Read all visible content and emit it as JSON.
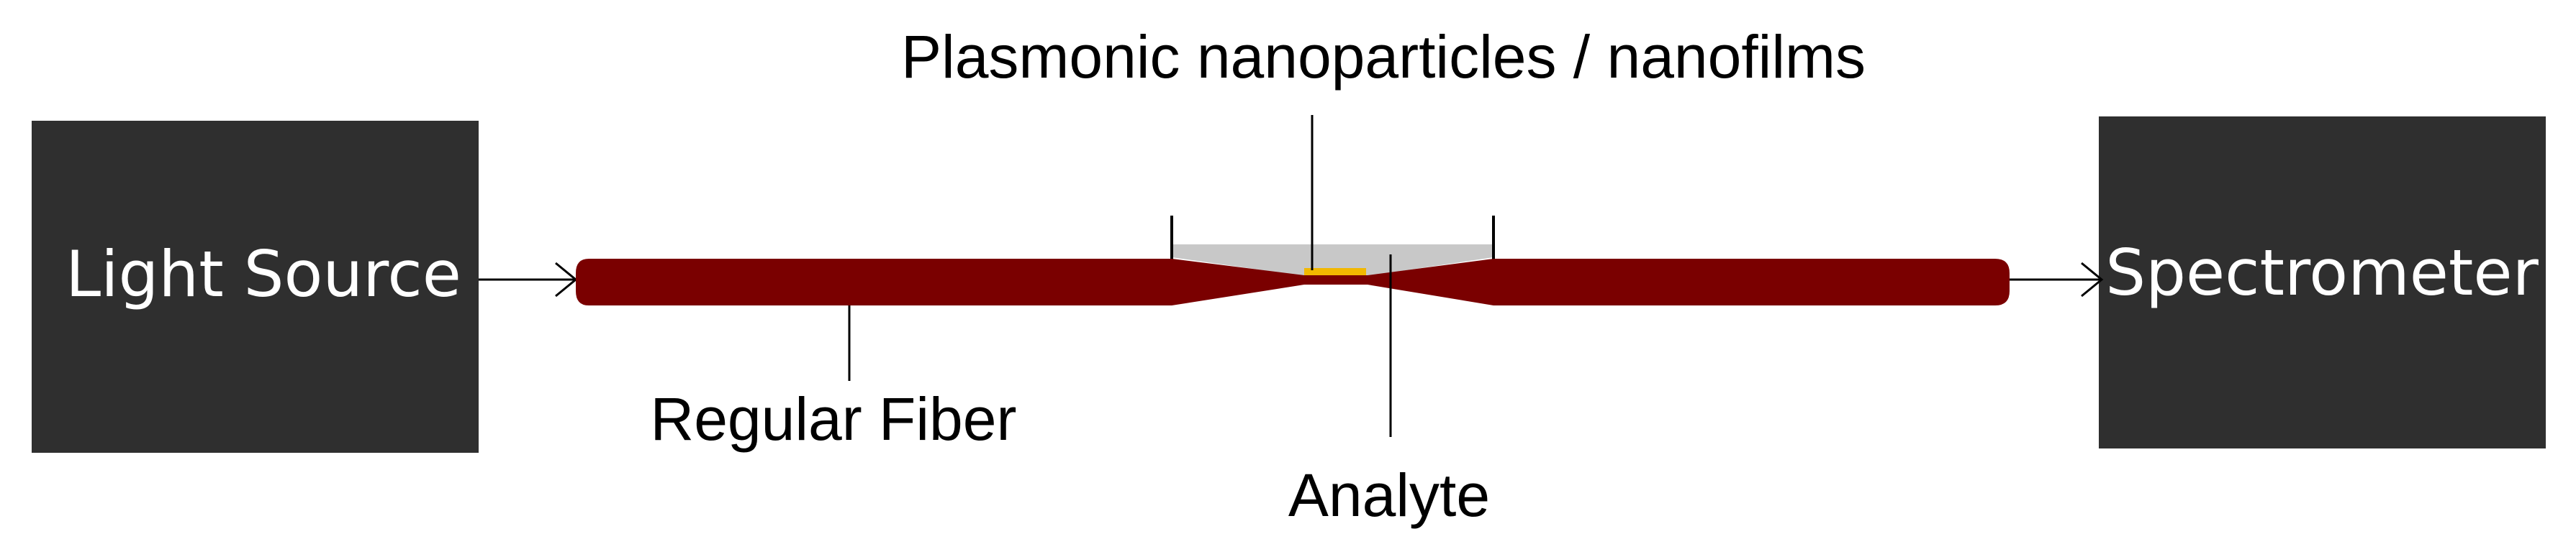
{
  "diagram": {
    "light_source": {
      "label": "Light Source"
    },
    "spectrometer": {
      "label": "Spectrometer"
    },
    "callouts": {
      "plasmonic": "Plasmonic nanoparticles / nanofilms",
      "regular_fiber": "Regular Fiber",
      "analyte": "Analyte"
    }
  },
  "colors": {
    "box": "#2f2f2f",
    "box_text": "#ffffff",
    "fiber": "#7a0000",
    "analyte_region": "#c8c8c8",
    "plasmonic_film": "#f2b800",
    "line": "#000000"
  }
}
